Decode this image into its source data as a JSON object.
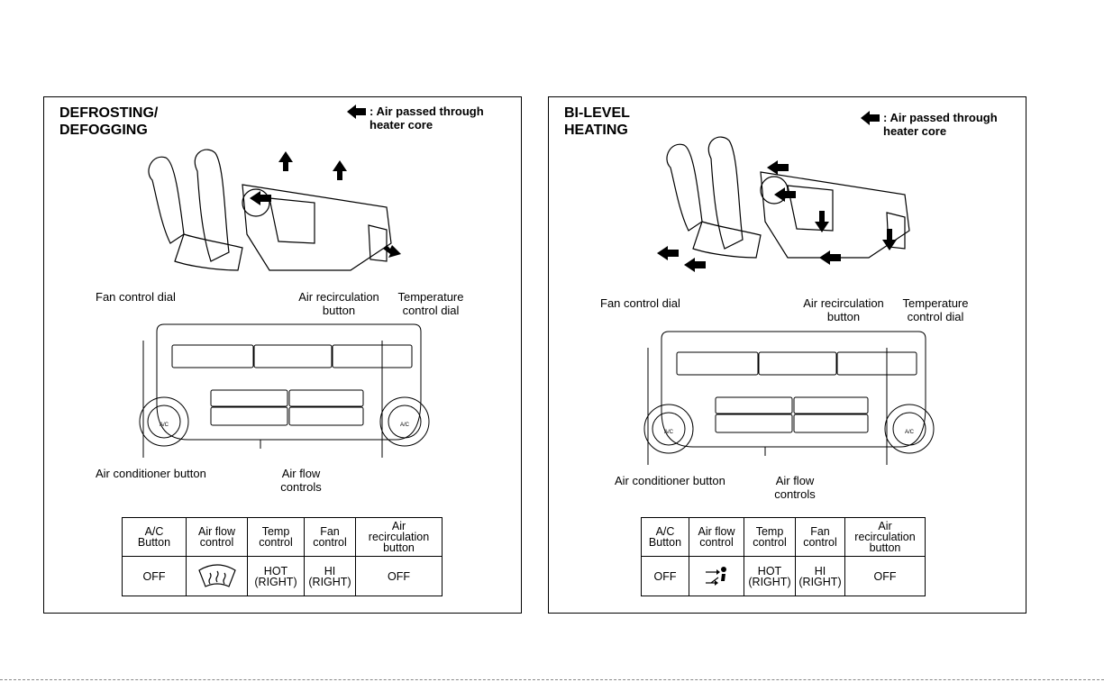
{
  "legend_text": ": Air passed through\nheater core",
  "callouts": {
    "fan_control_dial": "Fan control dial",
    "air_recirculation_button": "Air recirculation\nbutton",
    "temperature_control_dial": "Temperature\ncontrol dial",
    "air_conditioner_button": "Air conditioner button",
    "air_flow_controls": "Air flow\ncontrols"
  },
  "panel_labels": {
    "ac": "A/C"
  },
  "table_headers": [
    "A/C\nButton",
    "Air flow\ncontrol",
    "Temp\ncontrol",
    "Fan\ncontrol",
    "Air\nrecirculation\nbutton"
  ],
  "panels": [
    {
      "title": "DEFROSTING/\nDEFOGGING",
      "mode": "defrost",
      "values": {
        "ac": "OFF",
        "airflow_icon": "defrost-icon",
        "temp": "HOT\n(RIGHT)",
        "fan": "HI\n(RIGHT)",
        "recirc": "OFF"
      }
    },
    {
      "title": "BI-LEVEL\nHEATING",
      "mode": "bilevel",
      "values": {
        "ac": "OFF",
        "airflow_icon": "bi-level-icon",
        "temp": "HOT\n(RIGHT)",
        "fan": "HI\n(RIGHT)",
        "recirc": "OFF"
      }
    }
  ]
}
